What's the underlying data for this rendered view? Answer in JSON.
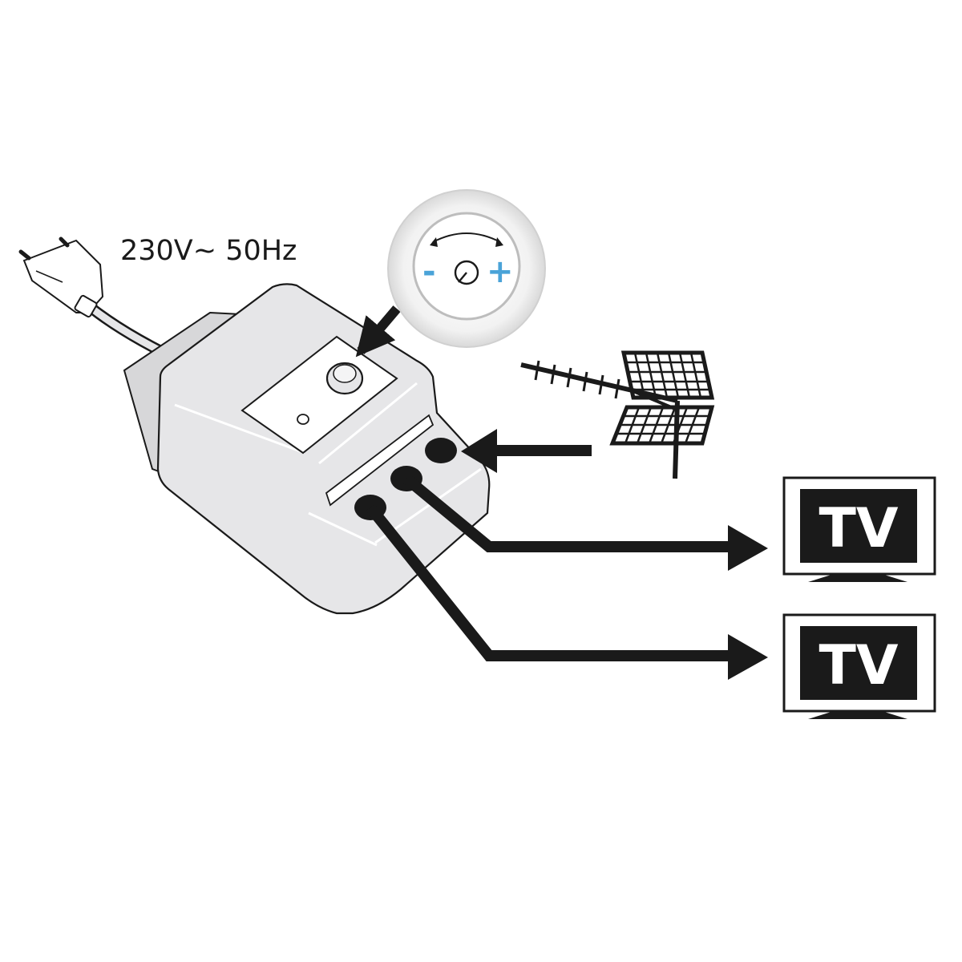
{
  "power": {
    "label": "230V~ 50Hz"
  },
  "dial": {
    "minus": "-",
    "plus": "+"
  },
  "tvs": [
    {
      "label": "TV"
    },
    {
      "label": "TV"
    }
  ],
  "colors": {
    "accent": "#4aa3d8",
    "ink": "#1a1a1a",
    "amp_body": "#e6e6e8",
    "background": "#ffffff"
  }
}
